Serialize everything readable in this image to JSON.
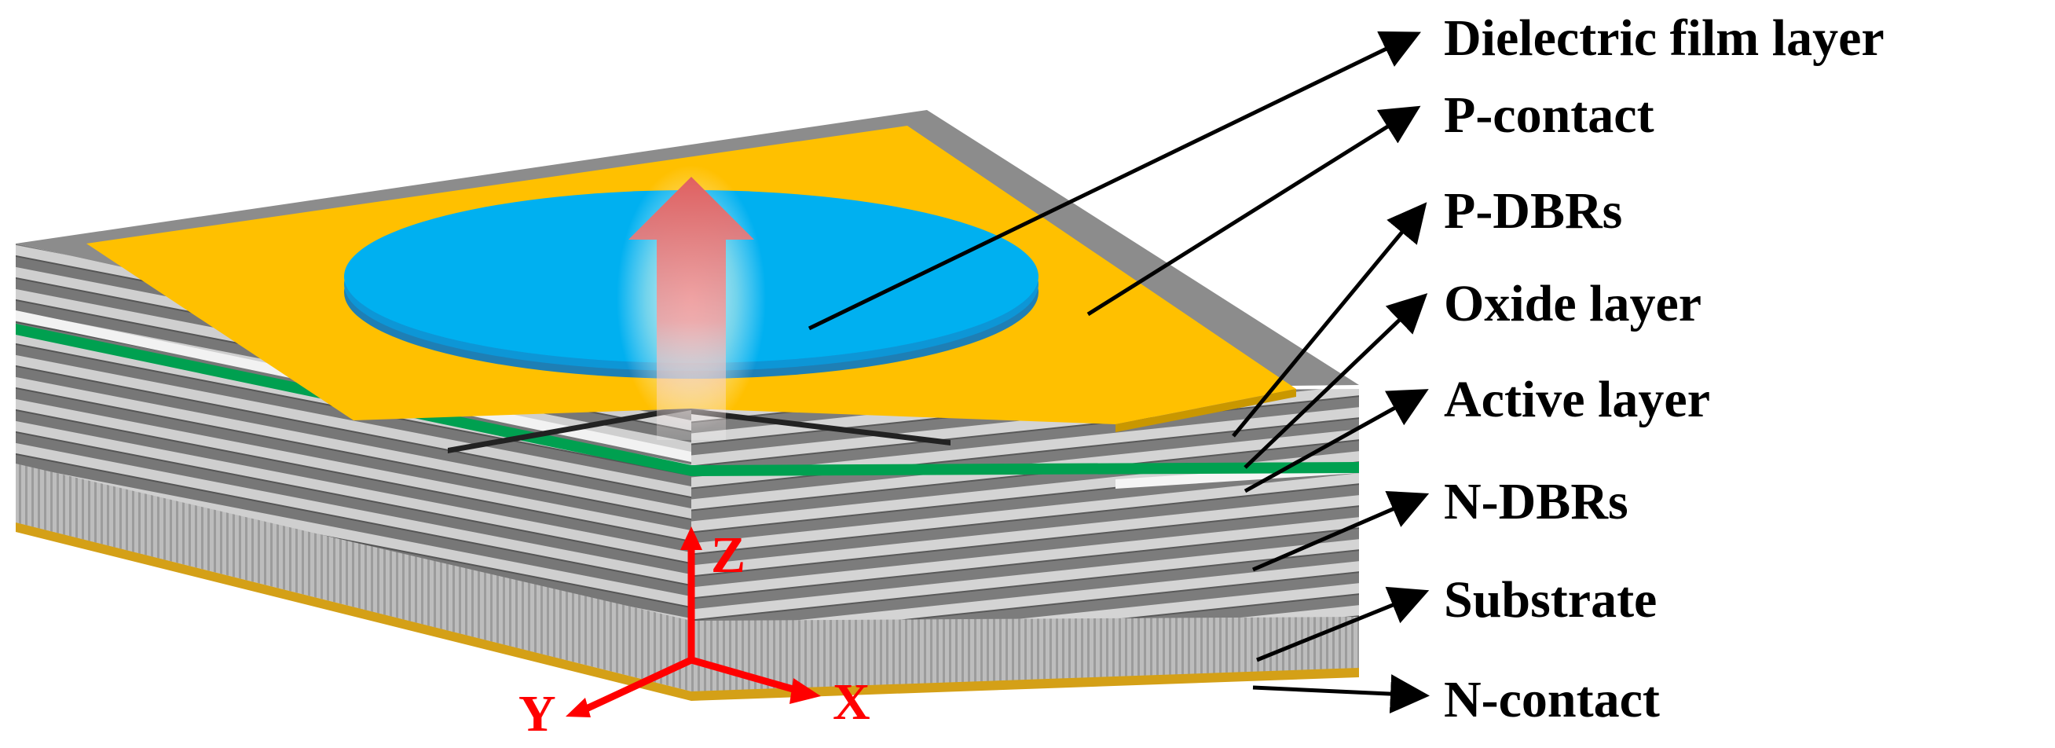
{
  "labels": [
    "Dielectric film layer",
    "P-contact",
    "P-DBRs",
    "Oxide layer",
    "Active layer",
    "N-DBRs",
    "Substrate",
    "N-contact"
  ],
  "axes": {
    "z": "Z",
    "y": "Y",
    "x": "X"
  },
  "colors": {
    "gold": "#FFC000",
    "gold_dark": "#C99700",
    "dielectric": "#00B0F0",
    "dielectric_dark": "#1E7FB5",
    "active": "#00A050",
    "axis_red": "#FF0000",
    "gray_light": "#D0D0D0",
    "gray_dark": "#6E6E6E"
  }
}
